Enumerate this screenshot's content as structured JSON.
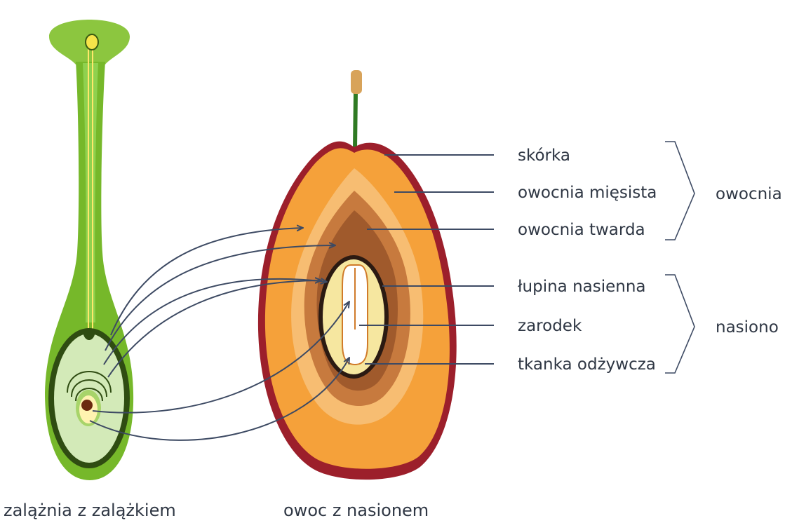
{
  "captions": {
    "left": "zalążnia z zalążkiem",
    "right": "owoc z nasionem"
  },
  "labels": {
    "skorka": "skórka",
    "owocnia_miesista": "owocnia mięsista",
    "owocnia_twarda": "owocnia twarda",
    "lupina": "łupina nasienna",
    "zarodek": "zarodek",
    "tkanka": "tkanka odżywcza"
  },
  "groups": {
    "owocnia": "owocnia",
    "nasiono": "nasiono"
  }
}
